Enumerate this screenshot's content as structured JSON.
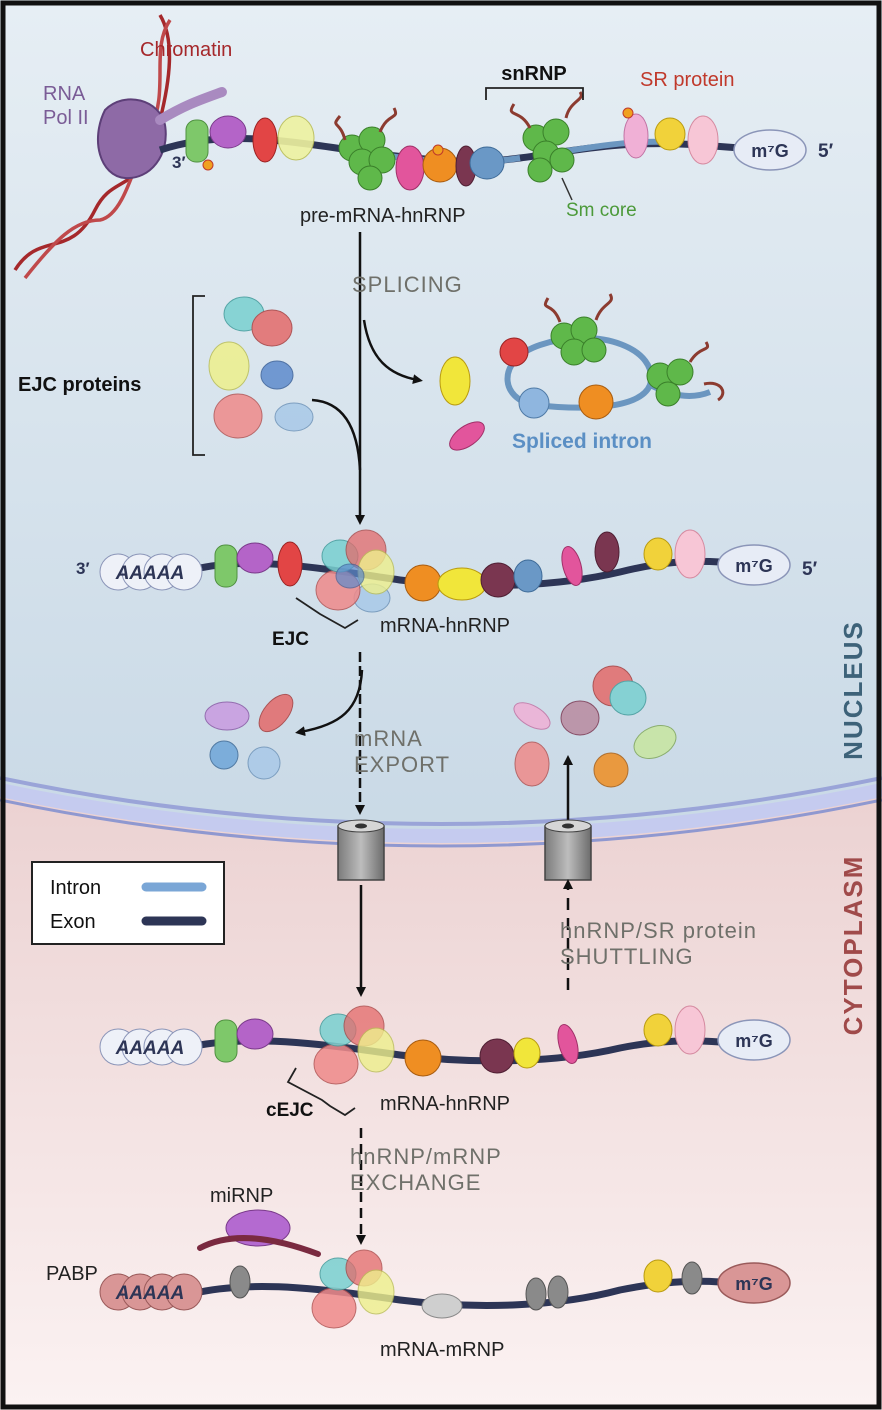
{
  "labels": {
    "chromatin": "Chromatin",
    "rna_pol_line1": "RNA",
    "rna_pol_line2": "Pol II",
    "snrnp": "snRNP",
    "sr_protein": "SR protein",
    "sm_core": "Sm core",
    "three_prime": "3′",
    "five_prime": "5′",
    "cap": "m⁷G",
    "pre_mrna_hnrnp": "pre-mRNA-hnRNP",
    "splicing": "SPLICING",
    "ejc_proteins": "EJC proteins",
    "spliced_intron": "Spliced intron",
    "poly_a": "AAAAA",
    "ejc": "EJC",
    "mrna_hnrnp": "mRNA-hnRNP",
    "mrna_export_line1": "mRNA",
    "mrna_export_line2": "EXPORT",
    "nucleus": "NUCLEUS",
    "cytoplasm": "CYTOPLASM",
    "shuttling_line1": "hnRNP/SR protein",
    "shuttling_line2": "SHUTTLING",
    "cejc": "cEJC",
    "exchange_line1": "hnRNP/mRNP",
    "exchange_line2": "EXCHANGE",
    "mirnp": "miRNP",
    "pabp": "PABP",
    "mrna_mrnp": "mRNA-mRNP"
  },
  "legend": {
    "intron": "Intron",
    "exon": "Exon",
    "intron_color": "#7aa6d6",
    "exon_color": "#2d3556"
  },
  "colors": {
    "nucleus_bg": "#d7e3ec",
    "cytoplasm_bg": "#e9c8c8",
    "envelope": "#bcc3e8",
    "exon": "#2d3556",
    "intron": "#6b96c0",
    "dna": "#a5282b",
    "sr_red": "#c0392b",
    "sm_green": "#5fb84a"
  }
}
